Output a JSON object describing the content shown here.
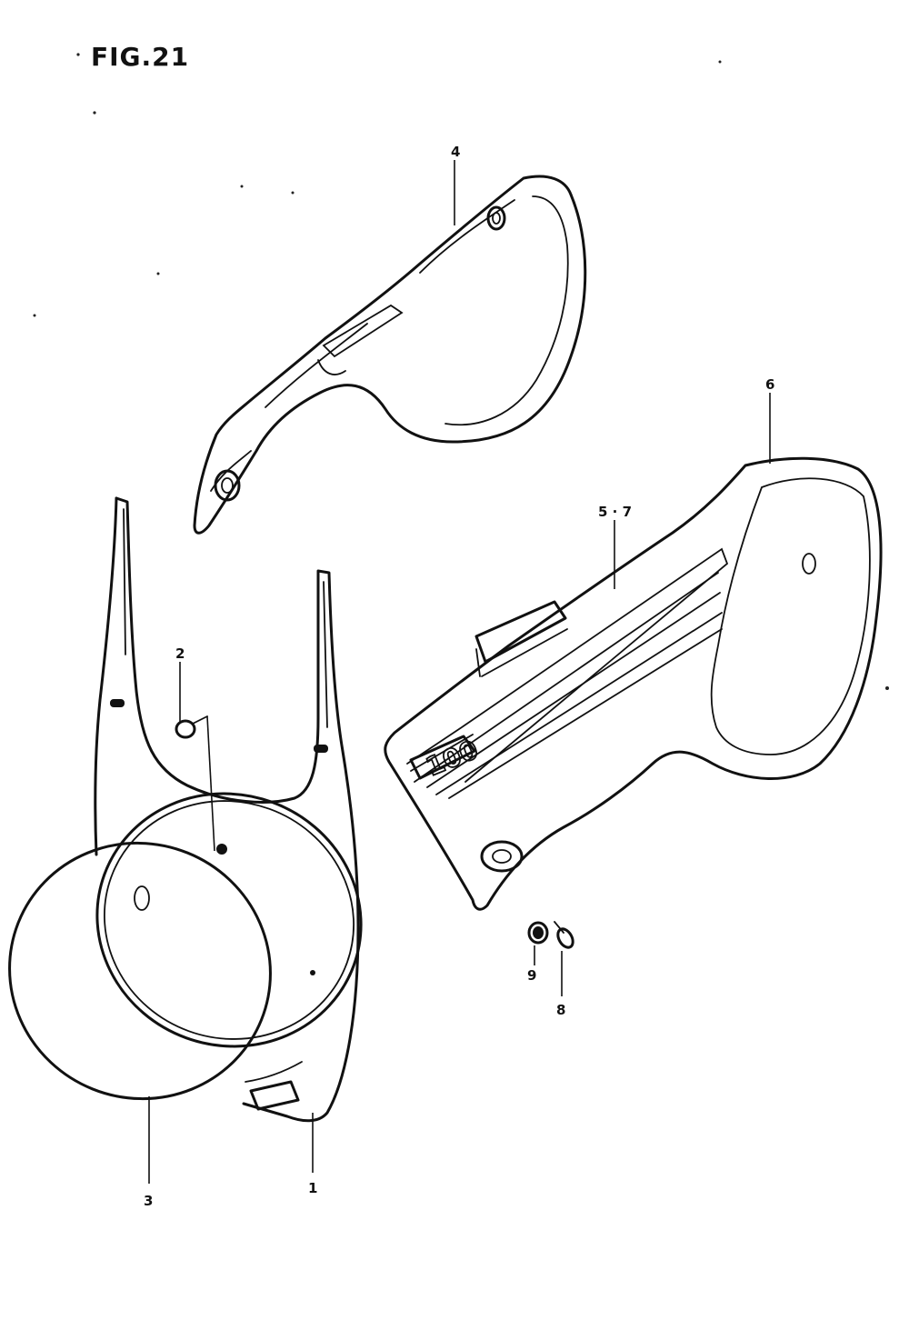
{
  "figure": {
    "title": "FIG.21"
  },
  "callouts": {
    "c1": "1",
    "c2": "2",
    "c3": "3",
    "c4": "4",
    "c57": "5 · 7",
    "c6": "6",
    "c8": "8",
    "c9": "9"
  },
  "emblem": {
    "text": "100"
  }
}
